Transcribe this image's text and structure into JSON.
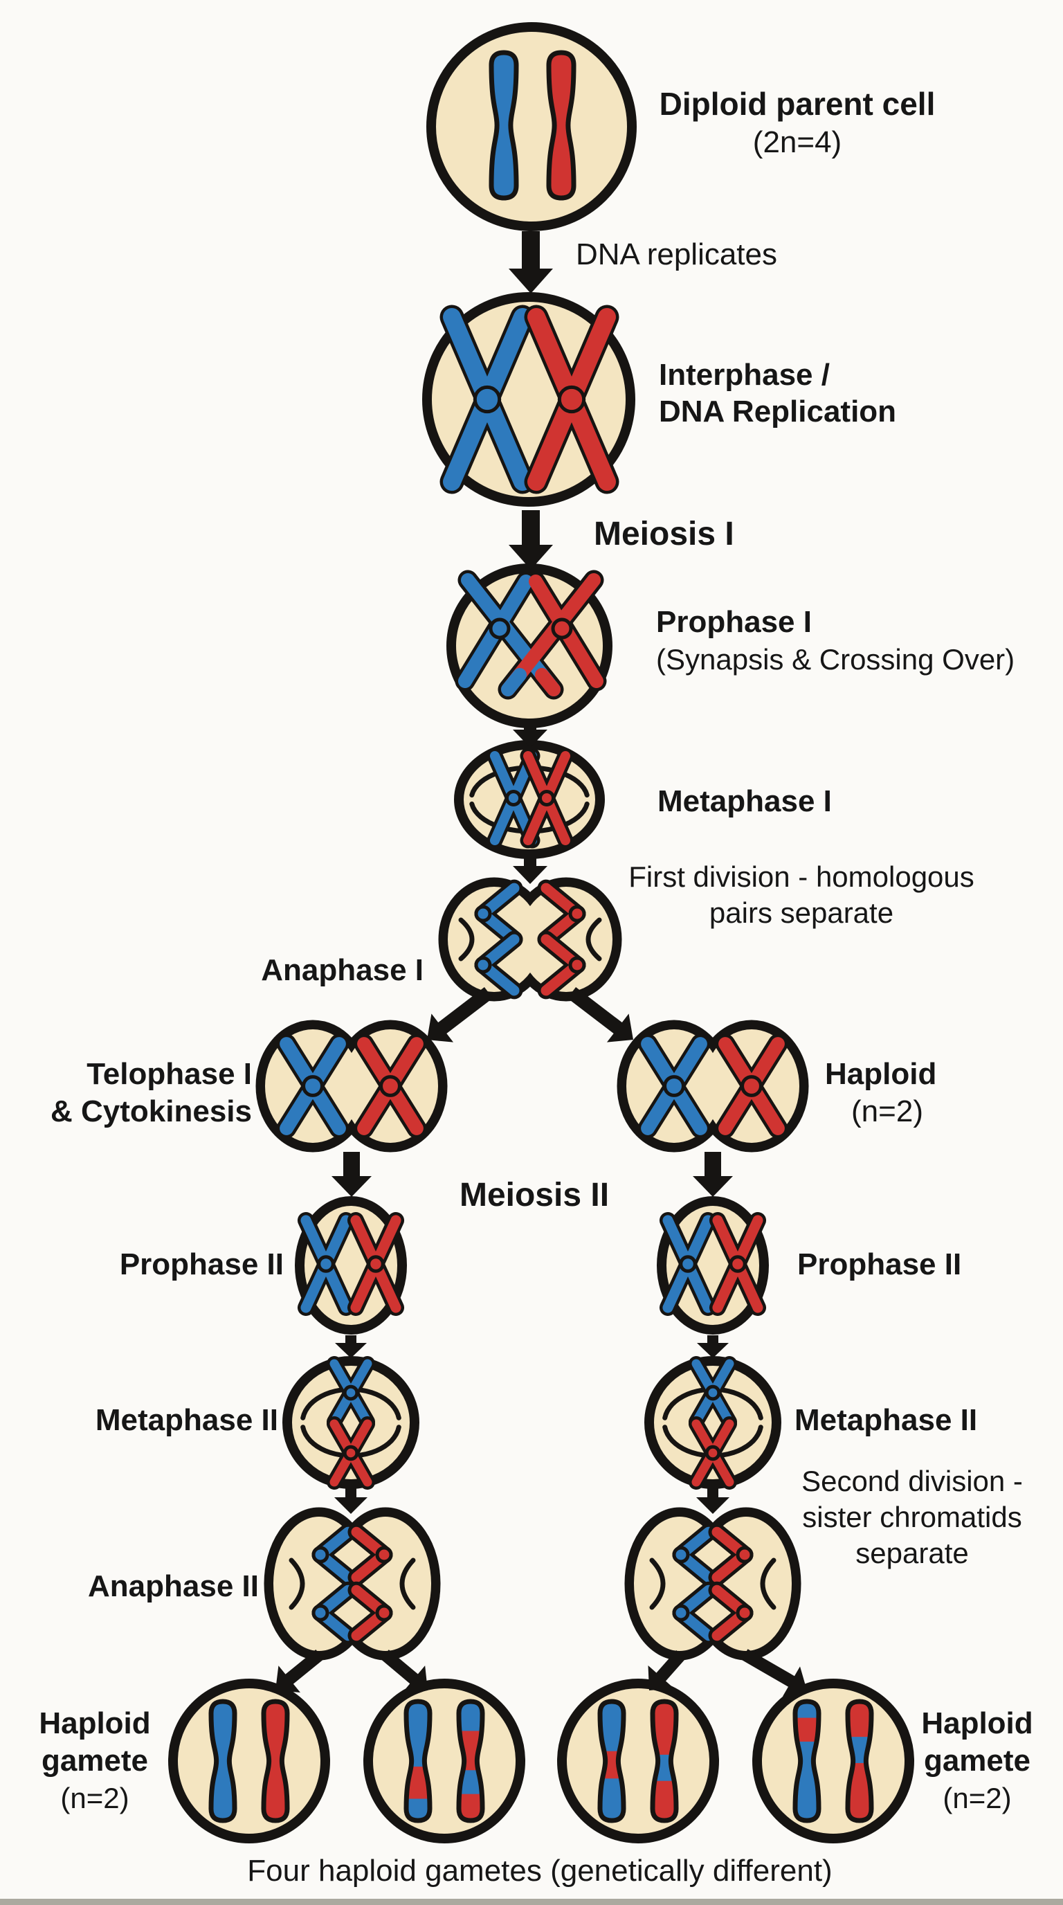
{
  "title": "Meiosis stages flow diagram",
  "colors": {
    "background": "#fbfaf7",
    "cell_fill": "#f4e5c1",
    "outline": "#161412",
    "blue": "#2e7abd",
    "red": "#d03431",
    "text": "#161616",
    "paper_edge": "#aba99f"
  },
  "stages": {
    "diploid": {
      "title": "Diploid parent cell",
      "subtitle": "(2n=4)"
    },
    "dna_replicates": "DNA replicates",
    "interphase": {
      "line1": "Interphase /",
      "line2": "DNA Replication"
    },
    "meiosis1": "Meiosis I",
    "prophase1": {
      "title": "Prophase I",
      "subtitle": "(Synapsis & Crossing Over)"
    },
    "metaphase1": "Metaphase I",
    "first_division": {
      "line1": "First division - homologous",
      "line2": "pairs separate"
    },
    "anaphase1": "Anaphase I",
    "telophase1": {
      "line1": "Telophase I",
      "line2": "& Cytokinesis"
    },
    "haploid": {
      "line1": "Haploid",
      "line2": "(n=2)"
    },
    "meiosis2": "Meiosis II",
    "prophase2_left": "Prophase II",
    "prophase2_right": "Prophase II",
    "metaphase2_left": "Metaphase II",
    "metaphase2_right": "Metaphase II",
    "second_division": {
      "line1": "Second division -",
      "line2": "sister chromatids",
      "line3": "separate"
    },
    "anaphase2": "Anaphase II",
    "haploid_gamete_left": {
      "line1": "Haploid",
      "line2": "gamete",
      "line3": "(n=2)"
    },
    "haploid_gamete_right": {
      "line1": "Haploid",
      "line2": "gamete",
      "line3": "(n=2)"
    },
    "caption": "Four haploid gametes (genetically different)"
  },
  "gamete_patterns": [
    {
      "left": [
        {
          "color": "blue",
          "frac": 1.0
        }
      ],
      "right": [
        {
          "color": "red",
          "frac": 1.0
        }
      ]
    },
    {
      "left": [
        {
          "color": "blue",
          "frac": 0.55
        },
        {
          "color": "red",
          "frac": 0.27
        },
        {
          "color": "blue",
          "frac": 0.18
        }
      ],
      "right": [
        {
          "color": "blue",
          "frac": 0.25
        },
        {
          "color": "red",
          "frac": 0.33
        },
        {
          "color": "blue",
          "frac": 0.2
        },
        {
          "color": "red",
          "frac": 0.22
        }
      ]
    },
    {
      "left": [
        {
          "color": "blue",
          "frac": 0.42
        },
        {
          "color": "red",
          "frac": 0.23
        },
        {
          "color": "blue",
          "frac": 0.35
        }
      ],
      "right": [
        {
          "color": "red",
          "frac": 0.45
        },
        {
          "color": "blue",
          "frac": 0.22
        },
        {
          "color": "red",
          "frac": 0.33
        }
      ]
    },
    {
      "left": [
        {
          "color": "blue",
          "frac": 0.14
        },
        {
          "color": "red",
          "frac": 0.2
        },
        {
          "color": "blue",
          "frac": 0.66
        }
      ],
      "right": [
        {
          "color": "red",
          "frac": 0.3
        },
        {
          "color": "blue",
          "frac": 0.22
        },
        {
          "color": "red",
          "frac": 0.48
        }
      ]
    }
  ]
}
